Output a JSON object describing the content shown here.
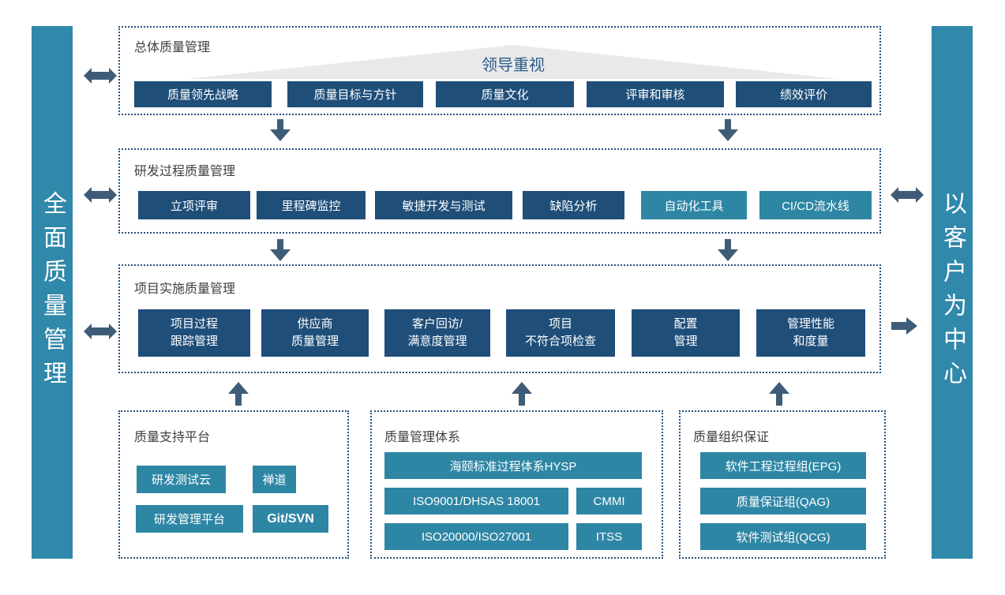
{
  "colors": {
    "navy": "#1F4E79",
    "teal": "#2E86A5",
    "bar": "#3088AA",
    "arrow": "#3E5C77",
    "border": "#24527E",
    "label": "#3F3F3F",
    "triangle_bg": "#E9E9E9",
    "triangle_text": "#2C5C8A"
  },
  "left_bar": {
    "text": "全面质量管理"
  },
  "right_bar": {
    "text": "以客户为中心"
  },
  "icons": {
    "double_arrow": "↔",
    "down_arrow": "↓",
    "up_arrow": "↑",
    "right_arrow": "→"
  },
  "overall": {
    "title": "总体质量管理",
    "banner": "领导重视",
    "items": [
      "质量领先战略",
      "质量目标与方针",
      "质量文化",
      "评审和审核",
      "绩效评价"
    ]
  },
  "rd": {
    "title": "研发过程质量管理",
    "items": [
      "立项评审",
      "里程碑监控",
      "敏捷开发与测试",
      "缺陷分析",
      "自动化工具",
      "CI/CD流水线"
    ]
  },
  "impl": {
    "title": "项目实施质量管理",
    "items": [
      {
        "line1": "项目过程",
        "line2": "跟踪管理"
      },
      {
        "line1": "供应商",
        "line2": "质量管理"
      },
      {
        "line1": "客户回访/",
        "line2": "满意度管理"
      },
      {
        "line1": "项目",
        "line2": "不符合项检查"
      },
      {
        "line1": "配置",
        "line2": "管理"
      },
      {
        "line1": "管理性能",
        "line2": "和度量"
      }
    ]
  },
  "platform": {
    "title": "质量支持平台",
    "items": [
      "研发测试云",
      "禅道",
      "研发管理平台",
      "Git/SVN"
    ]
  },
  "system": {
    "title": "质量管理体系",
    "items": [
      "海颐标准过程体系HYSP",
      "ISO9001/DHSAS 18001",
      "CMMI",
      "ISO20000/ISO27001",
      "ITSS"
    ]
  },
  "org": {
    "title": "质量组织保证",
    "items": [
      "软件工程过程组(EPG)",
      "质量保证组(QAG)",
      "软件测试组(QCG)"
    ]
  }
}
